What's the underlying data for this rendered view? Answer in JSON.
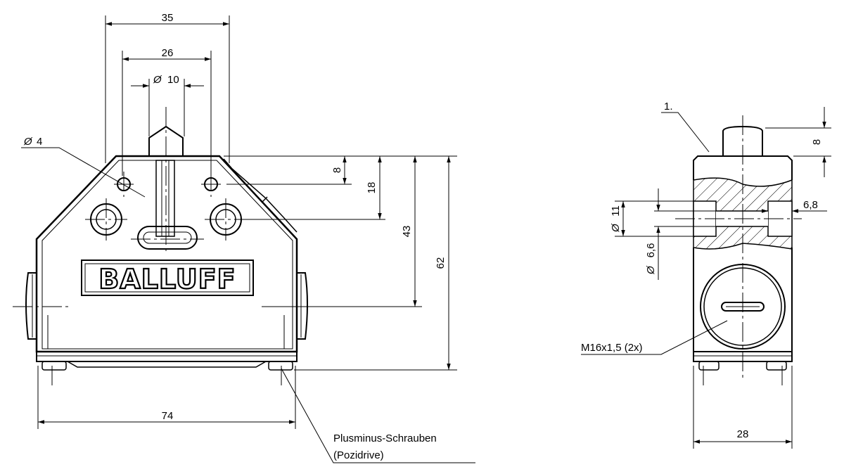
{
  "brand": "BALLUFF",
  "front_view": {
    "dimensions": {
      "width_top": "35",
      "width_mid": "26",
      "plunger_dia": "10",
      "hole_dia": "4",
      "h8": "8",
      "h18": "18",
      "h43": "43",
      "h62": "62",
      "width_base": "74"
    },
    "callout_screws_line1": "Plusminus-Schrauben",
    "callout_screws_line2": "(Pozidrive)"
  },
  "side_view": {
    "dimensions": {
      "h8": "8",
      "dia11": "11",
      "dia6_6": "6,6",
      "w6_8": "6,8",
      "width_28": "28"
    },
    "callout_1": "1.",
    "thread_label": "M16x1,5 (2x)"
  },
  "diameter_symbol": "Ø"
}
